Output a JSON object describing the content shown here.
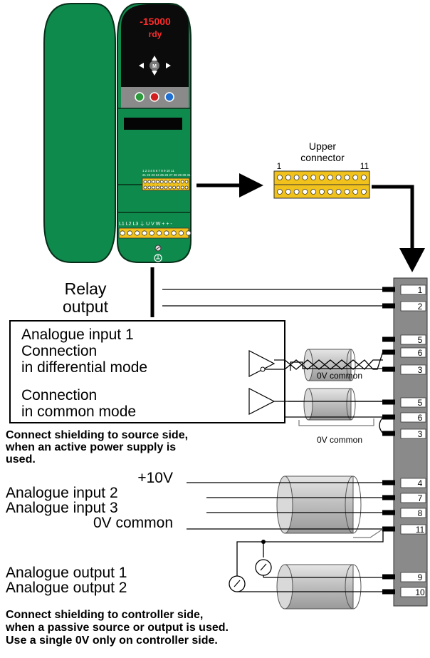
{
  "drive": {
    "display_top": "-15000",
    "display_bottom": "rdy",
    "menu_key": "M",
    "control_terminals": "1 2 3 4 5 6 7 8 9 10 11",
    "control_terminals_lower": "21 22 23 24 25 26 27 28 29 30 31",
    "power_terminals": "L1 L2 L3 ⏚ U V W + + -",
    "colors": {
      "body": "#0f8a4d",
      "faceplate": "#0b0b0b",
      "terminal": "#f1c21b"
    }
  },
  "upper_connector": {
    "title_line1": "Upper",
    "title_line2": "connector",
    "pin_first": "1",
    "pin_last": "11"
  },
  "relay": {
    "line1": "Relay",
    "line2": "output"
  },
  "box": {
    "diff_line1": "Analogue input 1",
    "diff_line2": "Connection",
    "diff_line3": "in differential mode",
    "common_line1": "Connection",
    "common_line2": "in common mode"
  },
  "labels": {
    "zero_v_common": "0V common",
    "plus10v": "+10V",
    "ain2": "Analogue input 2",
    "ain3": "Analogue input 3",
    "zero_v": "0V common",
    "aout1": "Analogue output 1",
    "aout2": "Analogue output 2"
  },
  "notes": {
    "source_1": "Connect shielding to source side,",
    "source_2": "when an active power supply is",
    "source_3": "used.",
    "ctrl_1": "Connect shielding to controller side,",
    "ctrl_2": "when a passive source or output is used.",
    "ctrl_3": "Use a single 0V only on controller side."
  },
  "terminals": [
    "1",
    "2",
    "5",
    "6",
    "3",
    "5",
    "6",
    "3",
    "4",
    "7",
    "8",
    "11",
    "9",
    "10"
  ]
}
